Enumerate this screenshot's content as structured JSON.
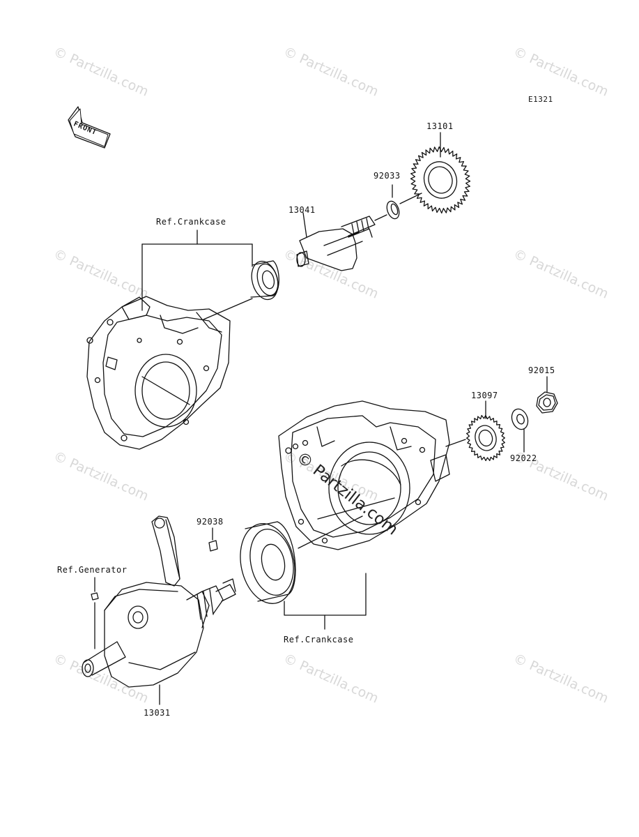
{
  "diagram_code": "E1321",
  "front_label": "FRONT",
  "watermark_center": "© Partzilla.com",
  "watermark_repeat": "© Partzilla.com",
  "parts": {
    "13101": "13101",
    "92033": "92033",
    "13041": "13041",
    "92015": "92015",
    "13097": "13097",
    "92022": "92022",
    "92038": "92038",
    "13031": "13031"
  },
  "refs": {
    "crankcase_top": "Ref.Crankcase",
    "crankcase_bottom": "Ref.Crankcase",
    "generator": "Ref.Generator"
  }
}
